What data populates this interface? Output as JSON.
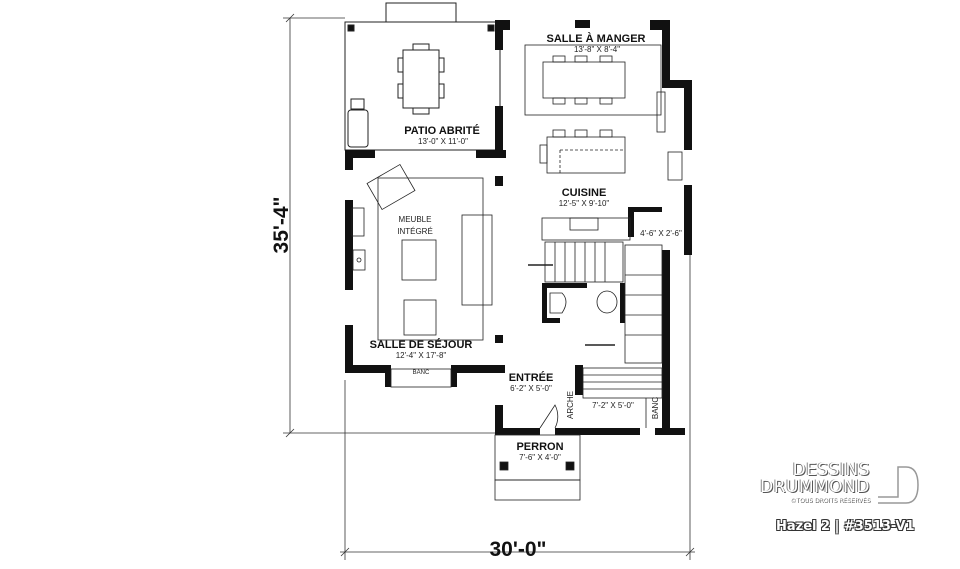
{
  "plan": {
    "rooms": [
      {
        "name": "SALLE À MANGER",
        "size": "13'-8\" X 8'-4\""
      },
      {
        "name": "PATIO ABRITÉ",
        "size": "13'-0\" X 11'-0\""
      },
      {
        "name": "CUISINE",
        "size": "12'-5\" X 9'-10\""
      },
      {
        "name": "SALLE DE SÉJOUR",
        "size": "12'-4\" X 17'-8\""
      },
      {
        "name": "ENTRÉE",
        "size": "6'-2\" X 5'-0\""
      },
      {
        "name": "PERRON",
        "size": "7'-6\" X 4'-0\""
      }
    ],
    "other_labels": {
      "pantry_size": "4'-6\" X 2'-6\"",
      "mudroom_size": "7'-2\" X 5'-0\"",
      "meuble_line1": "MEUBLE",
      "meuble_line2": "INTÉGRÉ",
      "banc_living": "BANC",
      "banc_mudroom": "BANC",
      "arche": "ARCHE"
    },
    "dimensions": {
      "depth": "35'-4\"",
      "width": "30'-0\""
    }
  },
  "branding": {
    "line1": "DESSINS",
    "line2": "DRUMMOND",
    "copyright": "©TOUS DROITS RÉSERVÉS",
    "model": "Hazel 2 | #3513-V1"
  }
}
